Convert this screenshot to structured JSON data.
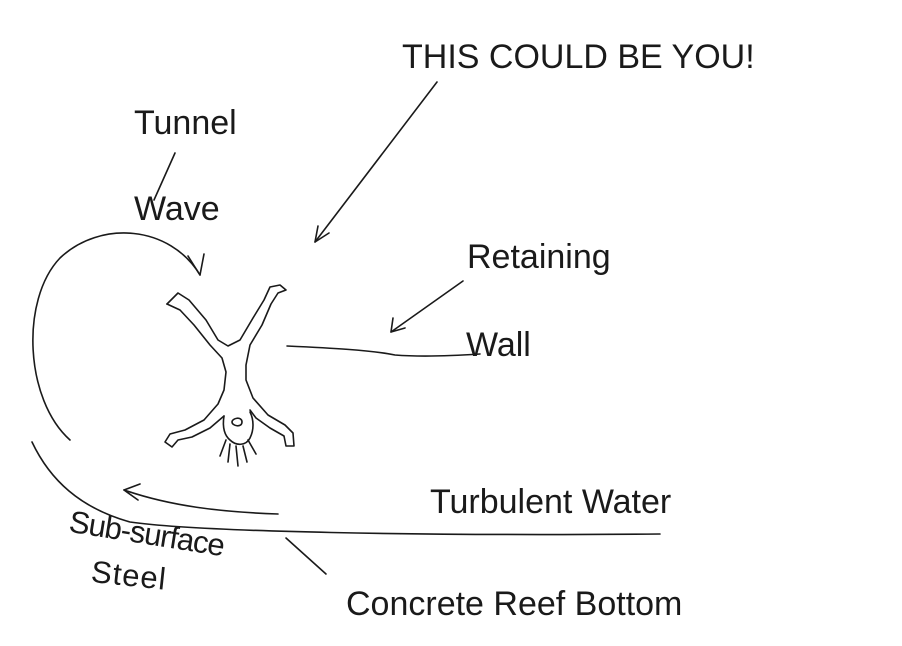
{
  "labels": {
    "headline": "THIS COULD BE YOU!",
    "tunnel": "Tunnel",
    "wave": "Wave",
    "retaining": "Retaining",
    "wall": "Wall",
    "turbulent_water": "Turbulent Water",
    "sub_surface": "Sub-surface",
    "steel": "Steel",
    "concrete_reef_bottom": "Concrete Reef Bottom"
  },
  "colors": {
    "ink": "#1a1a1a",
    "background": "#ffffff"
  }
}
